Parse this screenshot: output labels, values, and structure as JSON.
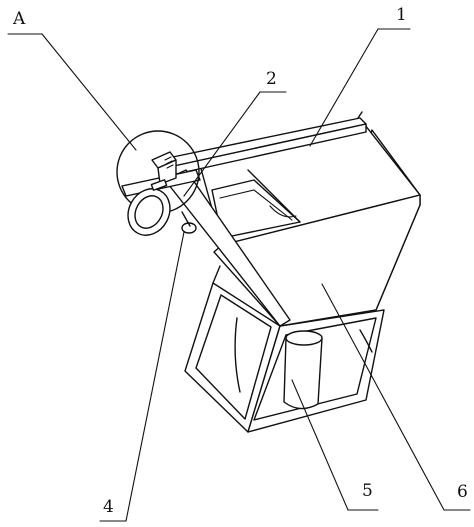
{
  "callouts": {
    "a": "A",
    "one": "1",
    "two": "2",
    "four": "4",
    "five": "5",
    "six": "6"
  },
  "colors": {
    "ink": "#111111",
    "paper": "#ffffff"
  }
}
